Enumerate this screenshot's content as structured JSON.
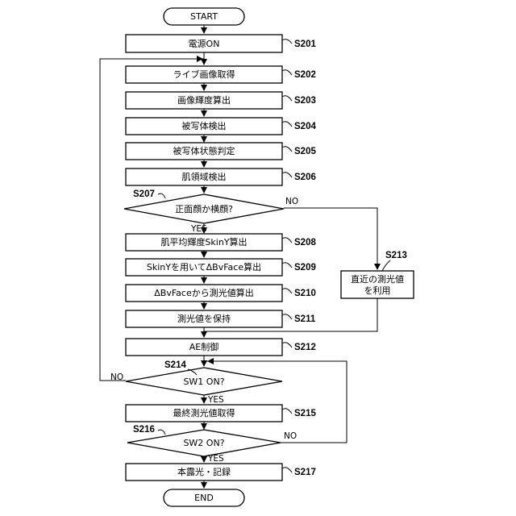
{
  "terminals": {
    "start": "START",
    "end": "END"
  },
  "steps": {
    "s201": {
      "label": "S201",
      "text": "電源ON"
    },
    "s202": {
      "label": "S202",
      "text": "ライブ画像取得"
    },
    "s203": {
      "label": "S203",
      "text": "画像輝度算出"
    },
    "s204": {
      "label": "S204",
      "text": "被写体検出"
    },
    "s205": {
      "label": "S205",
      "text": "被写体状態判定"
    },
    "s206": {
      "label": "S206",
      "text": "肌領域検出"
    },
    "s207": {
      "label": "S207",
      "text": "正面顔か横顔?"
    },
    "s208": {
      "label": "S208",
      "text": "肌平均輝度SkinY算出"
    },
    "s209": {
      "label": "S209",
      "text": "SkinYを用いてΔBvFace算出"
    },
    "s210": {
      "label": "S210",
      "text": "ΔBvFaceから測光値算出"
    },
    "s211": {
      "label": "S211",
      "text": "測光値を保持"
    },
    "s212": {
      "label": "S212",
      "text": "AE制御"
    },
    "s213": {
      "label": "S213",
      "text_line1": "直近の測光値",
      "text_line2": "を利用"
    },
    "s214": {
      "label": "S214",
      "text": "SW1 ON?"
    },
    "s215": {
      "label": "S215",
      "text": "最終測光値取得"
    },
    "s216": {
      "label": "S216",
      "text": "SW2 ON?"
    },
    "s217": {
      "label": "S217",
      "text": "本露光・記録"
    }
  },
  "branches": {
    "s207_yes": "YES",
    "s207_no": "NO",
    "s214_yes": "YES",
    "s214_no": "NO",
    "s216_yes": "YES",
    "s216_no": "NO"
  }
}
